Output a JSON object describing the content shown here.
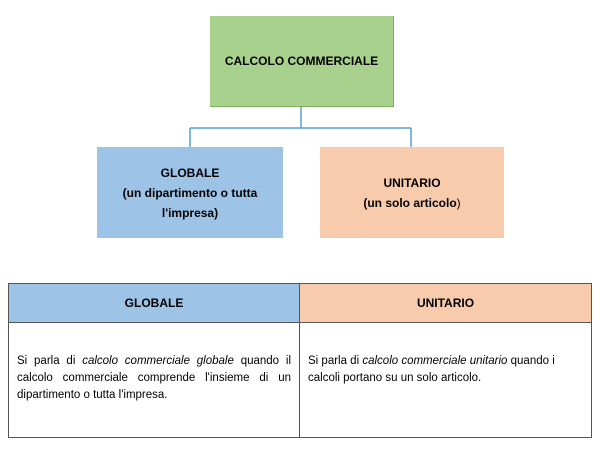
{
  "diagram": {
    "root": {
      "label": "CALCOLO COMMERCIALE"
    },
    "children": [
      {
        "id": "global",
        "title": "GLOBALE",
        "subtitle": "(un dipartimento o tutta l'impresa)"
      },
      {
        "id": "unit",
        "title": "UNITARIO",
        "subtitle_main": "(un solo articolo",
        "subtitle_close": ")"
      }
    ],
    "colors": {
      "root_fill": "#a9d18e",
      "global_fill": "#9dc3e6",
      "unit_fill": "#f8cbad",
      "connector": "#5b9bd5"
    }
  },
  "table": {
    "headers": [
      "GLOBALE",
      "UNITARIO"
    ],
    "global_text": {
      "prefix": "Si parla di ",
      "italic": "calcolo commerciale globale",
      "suffix": " quando il calcolo commerciale comprende l'insieme di un dipartimento o tutta l'impresa."
    },
    "unit_text": {
      "prefix": "Si parla di ",
      "italic": "calcolo commerciale unitario",
      "suffix": " quando i calcoli portano su un solo articolo."
    }
  }
}
